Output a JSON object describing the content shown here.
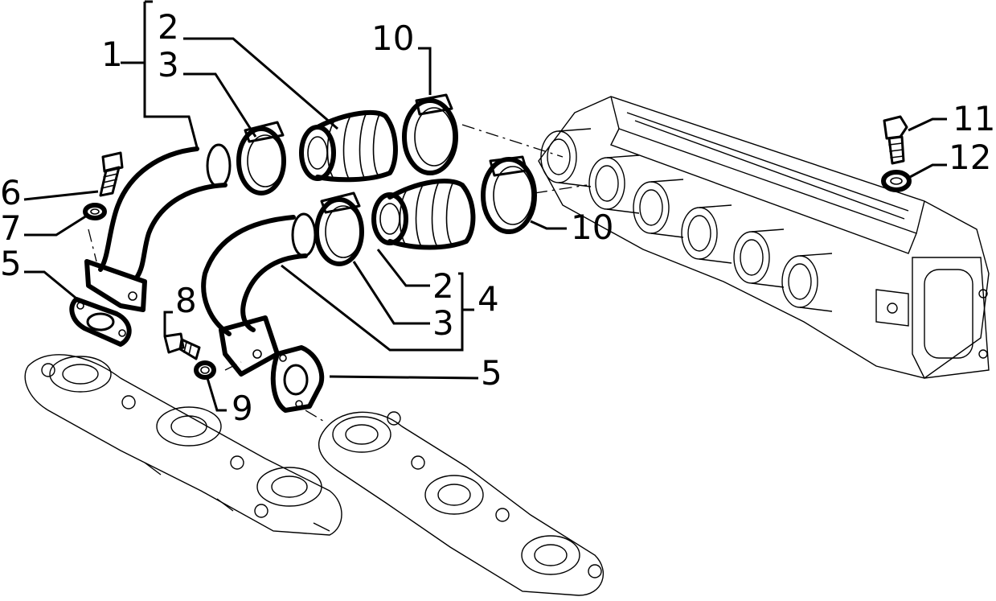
{
  "callouts": {
    "c1": "1",
    "c2_top": "2",
    "c3_top": "3",
    "c10_top": "10",
    "c11": "11",
    "c12": "12",
    "c6": "6",
    "c7": "7",
    "c5_left": "5",
    "c10_mid": "10",
    "c8": "8",
    "c9": "9",
    "c2_bottom": "2",
    "c3_bottom": "3",
    "c4": "4",
    "c5_bottom": "5"
  }
}
